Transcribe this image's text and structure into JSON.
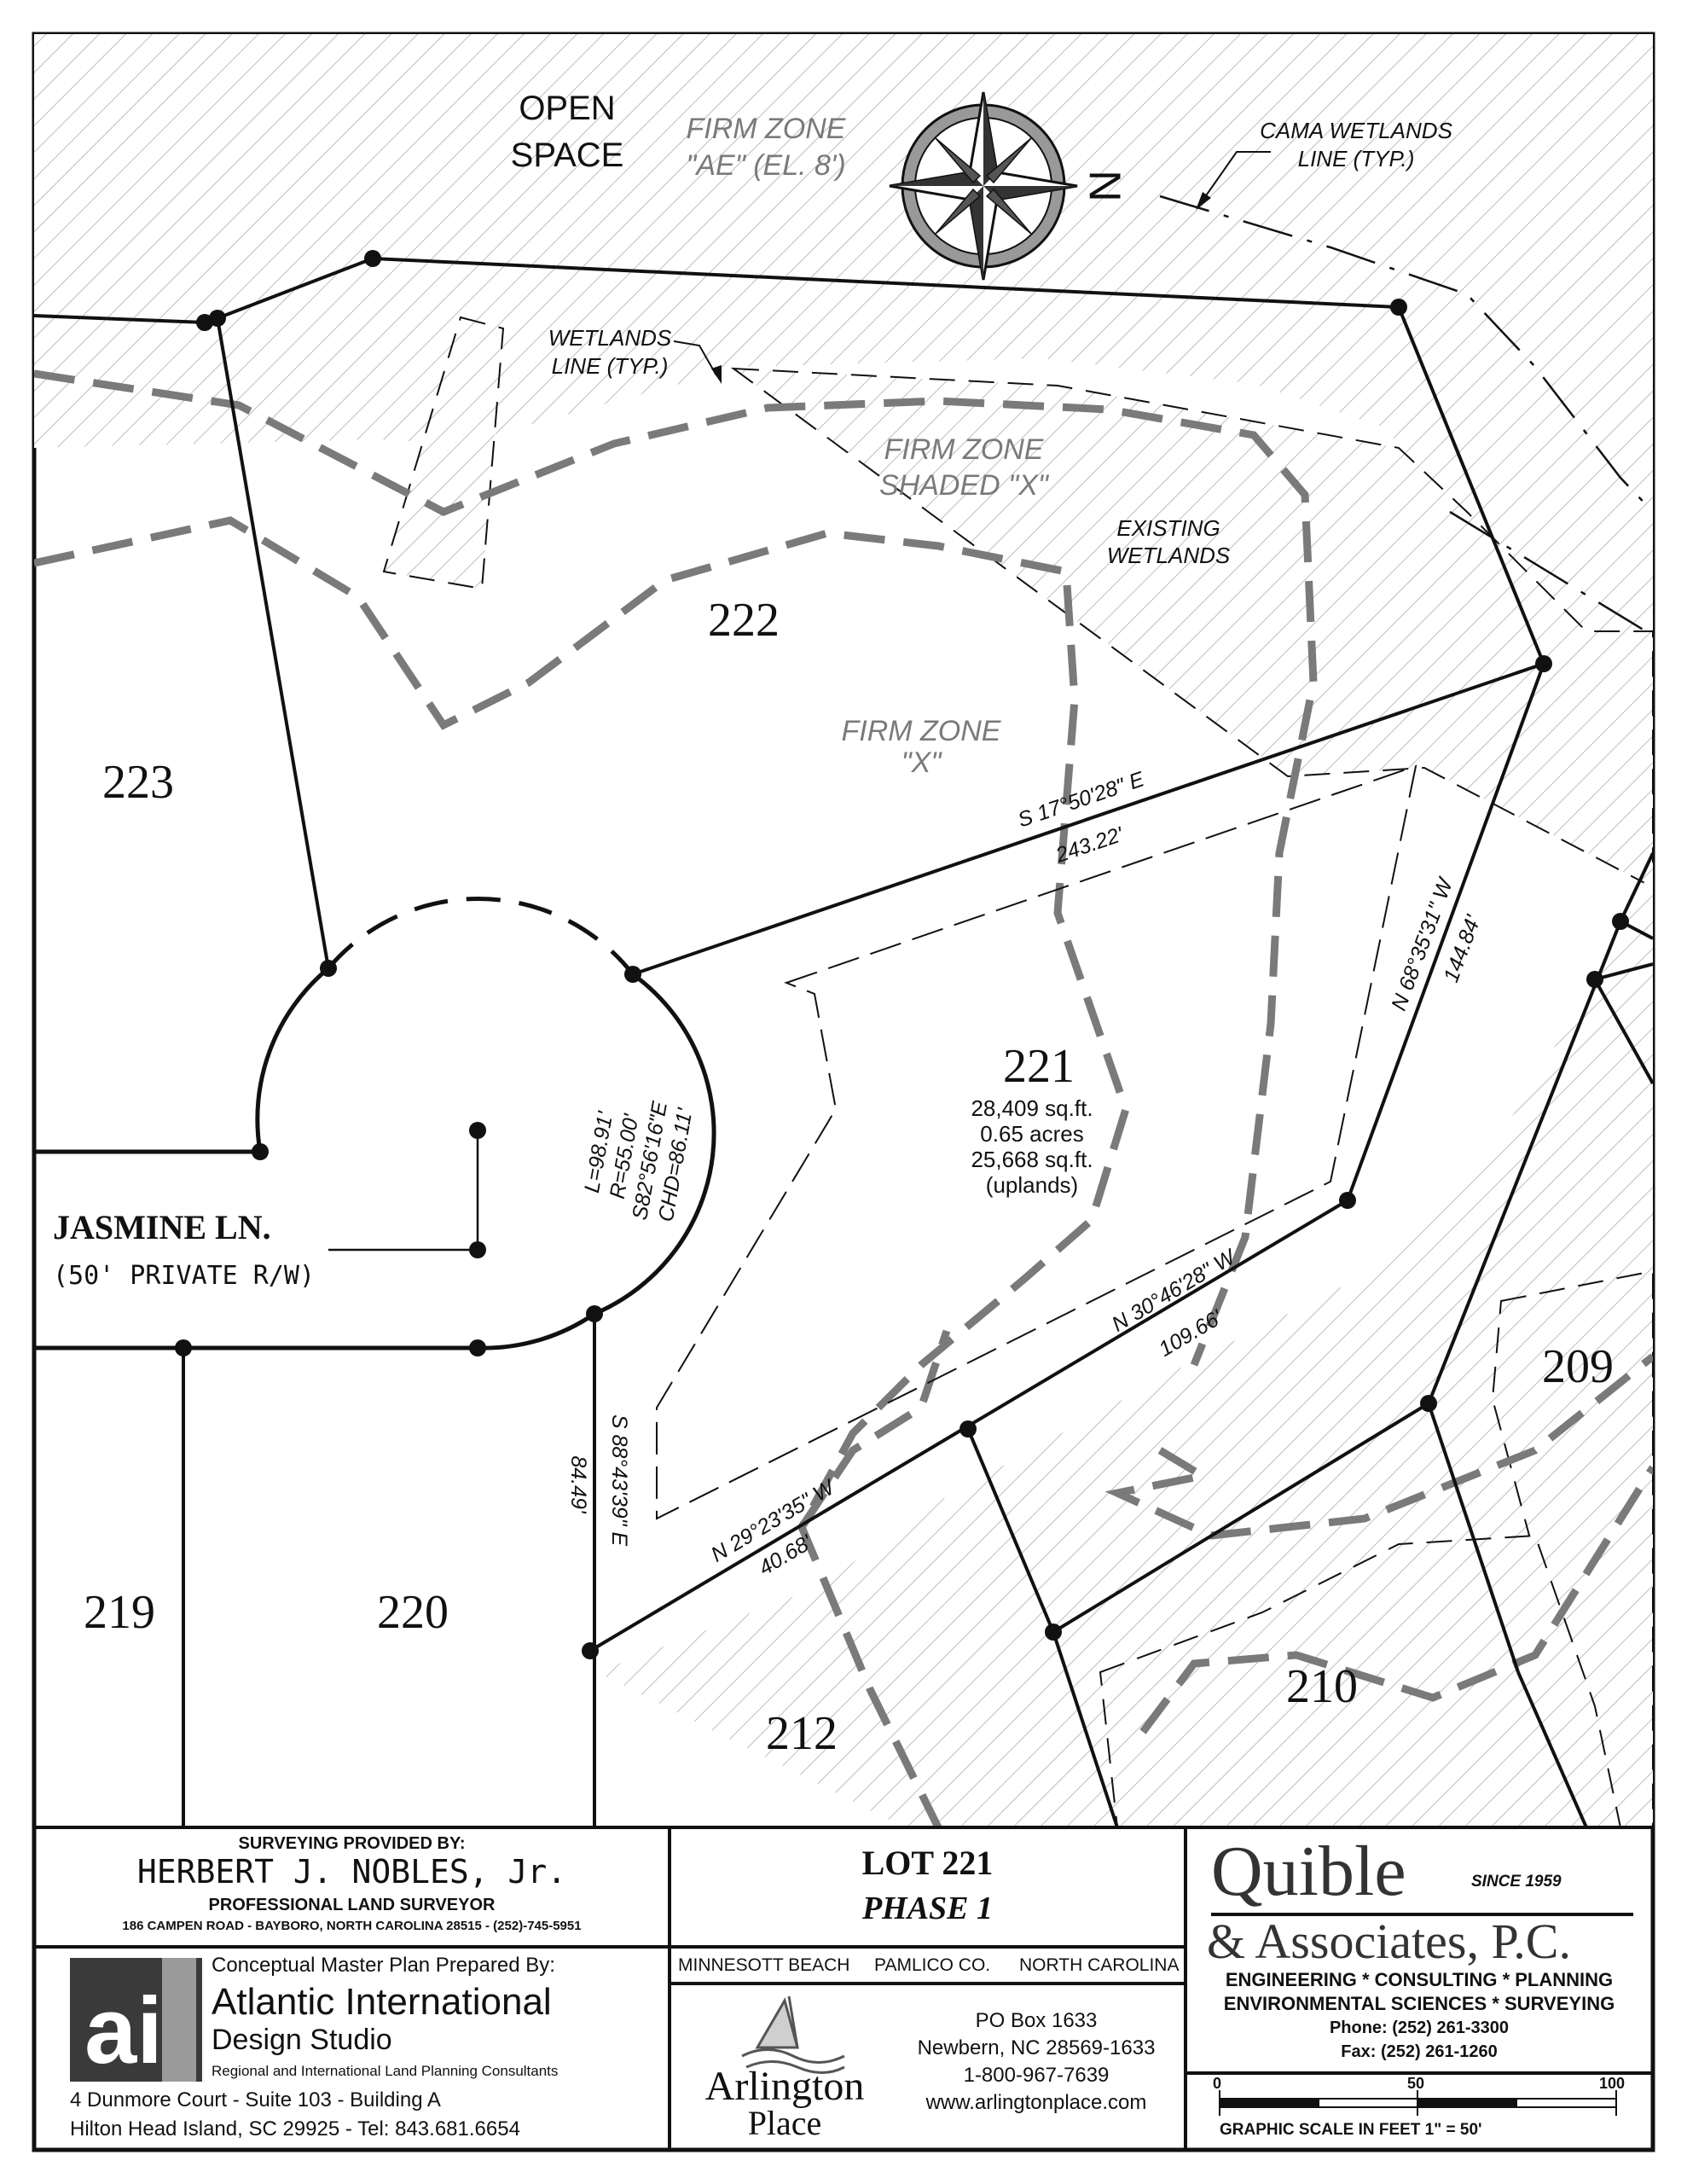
{
  "plat": {
    "labels": {
      "open_space_1": "OPEN",
      "open_space_2": "SPACE",
      "firm_ae_1": "FIRM ZONE",
      "firm_ae_2": "\"AE\" (EL. 8')",
      "cama_1": "CAMA WETLANDS",
      "cama_2": "LINE (TYP.)",
      "wetlands_1": "WETLANDS",
      "wetlands_2": "LINE (TYP.)",
      "firm_shaded_1": "FIRM ZONE",
      "firm_shaded_2": "SHADED \"X\"",
      "existing_1": "EXISTING",
      "existing_2": "WETLANDS",
      "firm_x_1": "FIRM ZONE",
      "firm_x_2": "\"X\"",
      "north": "N",
      "street_name": "JASMINE LN.",
      "street_row": "(50' PRIVATE R/W)"
    },
    "lots": {
      "l222": "222",
      "l223": "223",
      "l221": "221",
      "l219": "219",
      "l220": "220",
      "l212": "212",
      "l210": "210",
      "l209": "209"
    },
    "lot_221_info": {
      "sqft": "28,409 sq.ft.",
      "acres": "0.65 acres",
      "uplands_sqft": "25,668 sq.ft.",
      "uplands": "(uplands)"
    },
    "bearings": {
      "north_bearing": "S 17°50'28\" E",
      "north_dist": "243.22'",
      "east_bearing": "N 68°35'31\" W",
      "east_dist": "144.84'",
      "se_bearing": "N 30°46'28\" W",
      "se_dist": "109.66'",
      "s_bearing": "N 29°23'35\" W",
      "s_dist": "40.68'",
      "w_bearing": "S 88°43'39\" E",
      "w_dist": "84.49'",
      "curve_l": "L=98.91'",
      "curve_r": "R=55.00'",
      "curve_b": "S82°56'16\"E",
      "curve_chd": "CHD=86.11'"
    }
  },
  "title_block": {
    "surveyor": {
      "heading": "SURVEYING PROVIDED BY:",
      "name": "HERBERT J. NOBLES, Jr.",
      "title": "PROFESSIONAL LAND SURVEYOR",
      "address": "186 CAMPEN ROAD - BAYBORO, NORTH CAROLINA 28515 - (252)-745-5951"
    },
    "planner": {
      "prepared_by": "Conceptual Master Plan Prepared By:",
      "name_1": "Atlantic International",
      "name_2": "Design Studio",
      "tagline": "Regional and International Land Planning Consultants",
      "address_1": "4 Dunmore Court - Suite 103 - Building A",
      "address_2": "Hilton Head Island, SC  29925 - Tel:  843.681.6654",
      "logo_letters": "ai"
    },
    "lot": {
      "title": "LOT 221",
      "phase": "PHASE 1",
      "town": "MINNESOTT BEACH",
      "county": "PAMLICO CO.",
      "state": "NORTH CAROLINA"
    },
    "developer": {
      "logo_1": "Arlington",
      "logo_2": "Place",
      "po_box": "PO Box 1633",
      "city": "Newbern, NC 28569-1633",
      "phone": "1-800-967-7639",
      "web": "www.arlingtonplace.com"
    },
    "engineer": {
      "logo_1": "Quible",
      "since": "SINCE 1959",
      "logo_2": "& Associates, P.C.",
      "services_1": "ENGINEERING * CONSULTING * PLANNING",
      "services_2": "ENVIRONMENTAL SCIENCES * SURVEYING",
      "phone": "Phone:  (252)  261-3300",
      "fax": "Fax:  (252)  261-1260"
    },
    "scale": {
      "t0": "0",
      "t50": "50",
      "t100": "100",
      "caption": "GRAPHIC SCALE IN FEET 1\" = 50'"
    }
  }
}
